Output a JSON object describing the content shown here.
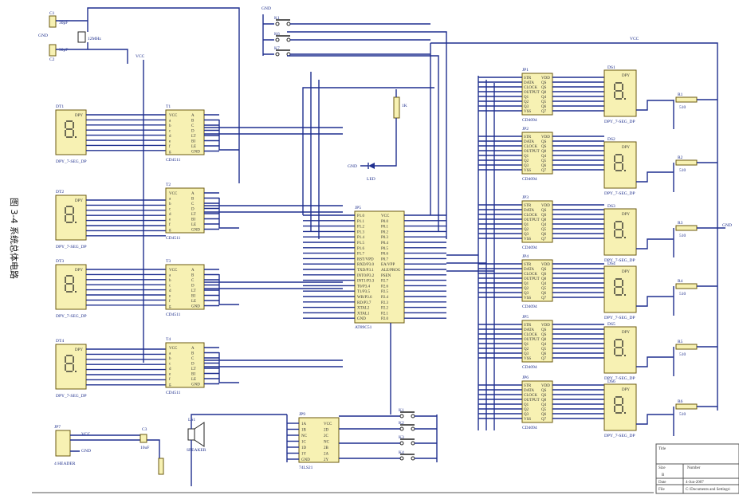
{
  "caption": "图 3-4 系统总体电路",
  "labels": {
    "gnd": "GND",
    "vcc": "VCC",
    "crystal": "12MHz",
    "led": "LED",
    "speaker": "SPEAKER",
    "header": "4 HEADER",
    "cap_c1": "C1",
    "cap_c2": "C2",
    "cap_c3": "C3",
    "cap_val": "30pF",
    "cap_c3_val": "10uF",
    "res_val": "510",
    "r5_val": "1K"
  },
  "mcu": {
    "ref": "JP5",
    "part": "AT89C51",
    "left_pins": [
      "P1.0",
      "P1.1",
      "P1.2",
      "P1.3",
      "P1.4",
      "P1.5",
      "P1.6",
      "P1.7",
      "RST/VPD",
      "RXD/P3.0",
      "TXD/P3.1",
      "INT0/P3.2",
      "INT1/P3.3",
      "T0/P3.4",
      "T1/P3.5",
      "WR/P3.6",
      "RD/P3.7",
      "XTAL2",
      "XTAL1",
      "GND"
    ],
    "right_pins": [
      "VCC",
      "P0.0",
      "P0.1",
      "P0.2",
      "P0.3",
      "P0.4",
      "P0.5",
      "P0.6",
      "P0.7",
      "EA/VPP",
      "ALE/PROG",
      "PSEN",
      "P2.7",
      "P2.6",
      "P2.5",
      "P2.4",
      "P2.3",
      "P2.2",
      "P2.1",
      "P2.0"
    ]
  },
  "decoders": {
    "part": "CD4511",
    "refs": [
      "T1",
      "T2",
      "T3",
      "T4"
    ],
    "left_pins": [
      "VCC",
      "a",
      "b",
      "c",
      "d",
      "e",
      "f",
      "g"
    ],
    "right_pins": [
      "A",
      "B",
      "C",
      "D",
      "LT",
      "BI",
      "LE",
      "GND"
    ]
  },
  "left_displays": {
    "refs": [
      "DT1",
      "DT2",
      "DT3",
      "DT4"
    ],
    "part": "DPY_7-SEG_DP",
    "badge": "DPY"
  },
  "shift_registers": {
    "part": "CD4094",
    "refs": [
      "JP1",
      "JP2",
      "JP3",
      "JP4",
      "JP5",
      "JP6"
    ],
    "left_pins": [
      "STR",
      "DATA",
      "CLOCK",
      "OUTPUT",
      "Q1",
      "Q2",
      "Q3",
      "VSS"
    ],
    "right_pins": [
      "VDD",
      "QS",
      "QS",
      "Q8",
      "Q4",
      "Q5",
      "Q6",
      "Q7"
    ]
  },
  "right_displays": {
    "refs": [
      "DS1",
      "DS2",
      "DS3",
      "DS4",
      "DS5",
      "DS6"
    ],
    "part": "DPY_7-SEG_DP",
    "badge": "DPY"
  },
  "resistors": [
    "R1",
    "R2",
    "R3",
    "R4",
    "R5",
    "R6"
  ],
  "buttons": {
    "top": [
      "K1",
      "K6",
      "K7"
    ],
    "bottom": [
      "K1",
      "K2",
      "K3",
      "K4"
    ]
  },
  "buffer": {
    "ref": "JP9",
    "part": "74LS21",
    "left_pins": [
      "1A",
      "1B",
      "NC",
      "1C",
      "1D",
      "1Y",
      "GND"
    ],
    "right_pins": [
      "VCC",
      "2D",
      "2C",
      "NC",
      "2B",
      "2A",
      "2Y"
    ]
  },
  "title_block": {
    "title": "Title",
    "size_label": "Size",
    "size_value": "B",
    "number_label": "Number",
    "date_label": "Date",
    "date_value": "4-Jun-2007",
    "file_label": "File",
    "file_value": "C:\\Documents and Settings\\"
  }
}
